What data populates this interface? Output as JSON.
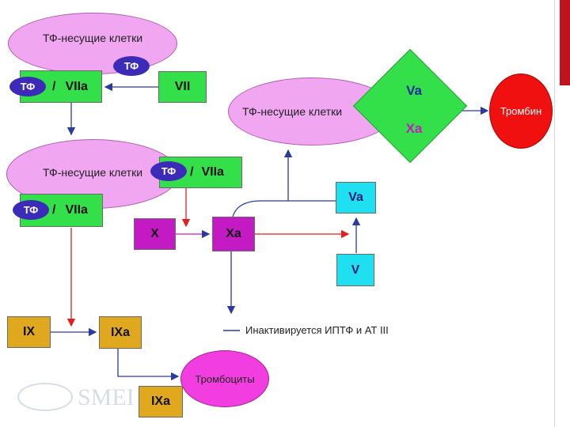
{
  "labels": {
    "tf_cells": "ТФ-несущие клетки",
    "tf": "ТФ",
    "slash": "/",
    "viia": "VIIa",
    "vii": "VII",
    "x": "X",
    "xa": "Xa",
    "va": "Va",
    "v": "V",
    "ix": "IX",
    "ixa": "IXa",
    "thrombin": "Тромбин",
    "platelets": "Тромбоциты",
    "legend": "Инактивируется ИПТФ и АТ III",
    "watermark": "SMEI"
  },
  "colors": {
    "ellipse": "#f0a6f0",
    "tf_pill": "#3b2bb8",
    "green": "#33e04a",
    "magenta": "#c41ac4",
    "cyan": "#1ee0f0",
    "orange": "#e0a81e",
    "thrombin": "#f01010",
    "red_arrow": "#e02020",
    "blue_arrow": "#2a3aa0",
    "accent_bar": "#c0141c"
  }
}
